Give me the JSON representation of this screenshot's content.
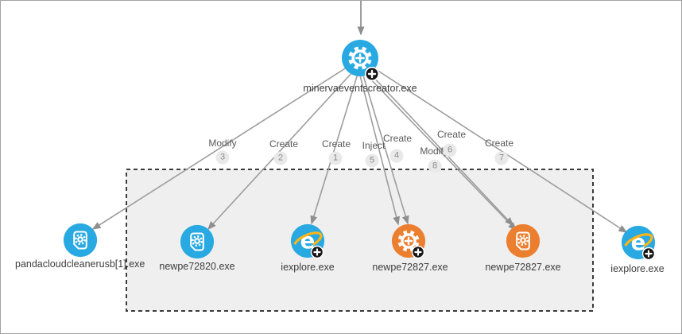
{
  "diagram": {
    "root": {
      "label": "minervaeventscreator.exe"
    },
    "edges": [
      {
        "action": "Modify",
        "order": "3"
      },
      {
        "action": "Create",
        "order": "2"
      },
      {
        "action": "Create",
        "order": "1"
      },
      {
        "action": "Inject",
        "order": "5"
      },
      {
        "action": "Create",
        "order": "4"
      },
      {
        "action": "Modify",
        "order": "8"
      },
      {
        "action": "Create",
        "order": "6"
      },
      {
        "action": "Create",
        "order": "7"
      }
    ],
    "nodes": [
      {
        "label": "pandacloudcleanerusb[1].exe"
      },
      {
        "label": "newpe72820.exe"
      },
      {
        "label": "iexplore.exe"
      },
      {
        "label": "newpe72827.exe"
      },
      {
        "label": "newpe72827.exe"
      },
      {
        "label": "iexplore.exe"
      }
    ],
    "colors": {
      "node_blue": "#29a9e1",
      "node_orange": "#ec7f2f",
      "edge_line": "#9d9d9d",
      "group_bg": "#efefef",
      "group_border": "#3c3c3c",
      "badge_black": "#161616",
      "ie_swoosh": "#fdb515"
    }
  }
}
